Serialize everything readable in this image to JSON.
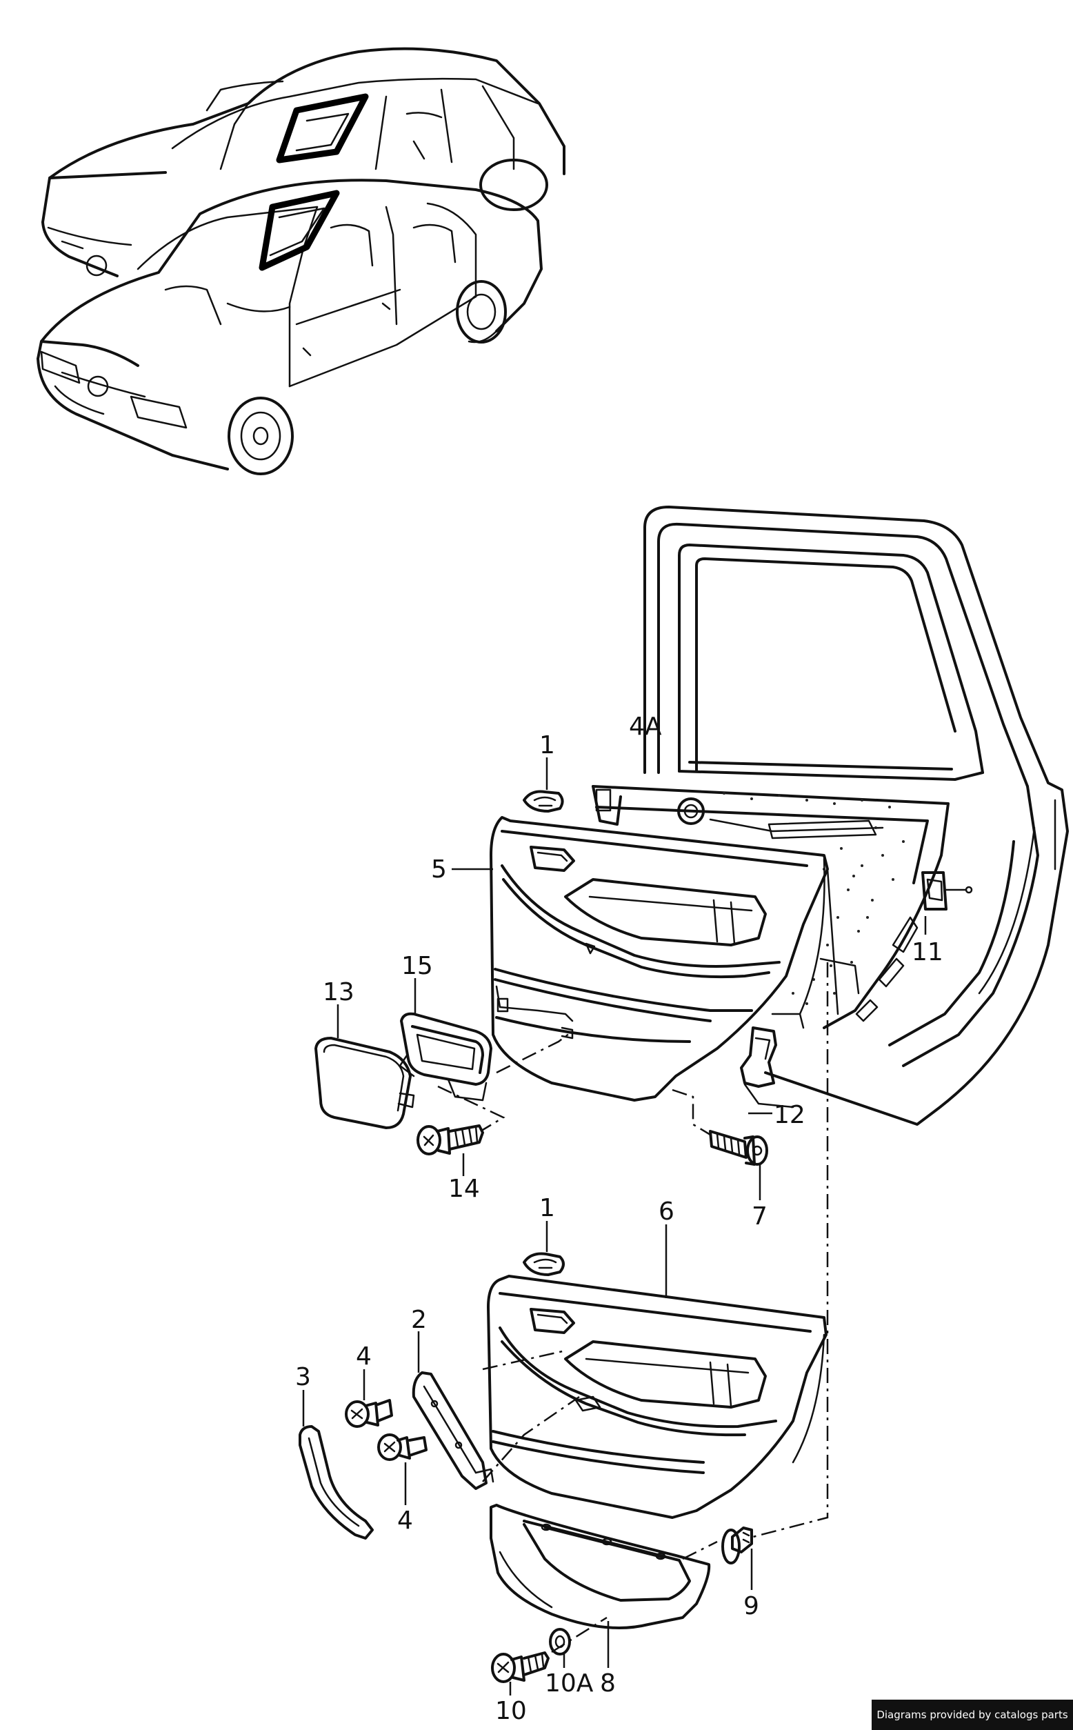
{
  "callouts": {
    "c1a": "1",
    "c4A": "4A",
    "c5": "5",
    "c11": "11",
    "c13": "13",
    "c15": "15",
    "c12": "12",
    "c14": "14",
    "c7": "7",
    "c1b": "1",
    "c6": "6",
    "c2": "2",
    "c3": "3",
    "c4a": "4",
    "c4b": "4",
    "c9": "9",
    "c10": "10",
    "c10A": "10A",
    "c8": "8"
  },
  "credit": "Diagrams provided by catalogs parts"
}
